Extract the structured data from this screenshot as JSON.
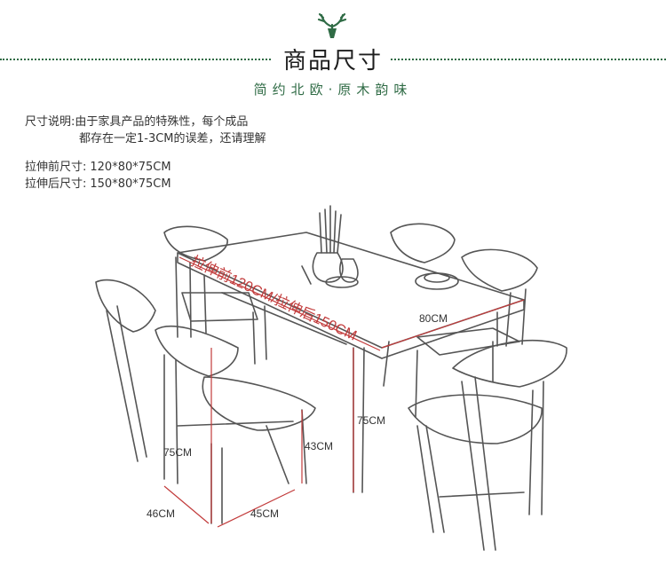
{
  "header": {
    "title": "商品尺寸",
    "subtitle": "简约北欧·原木韵味",
    "logo_icon": "deer-antler-icon",
    "accent_color": "#2f6b45"
  },
  "note": {
    "line1": "尺寸说明:由于家具产品的特殊性，每个成品",
    "line2": "都存在一定1-3CM的误差，还请理解"
  },
  "dimensions": {
    "before_label": "拉伸前尺寸:",
    "before_value": "120*80*75CM",
    "after_label": "拉伸后尺寸:",
    "after_value": "150*80*75CM"
  },
  "drawing": {
    "table_length": "拉伸前120CM/拉伸后150CM",
    "table_width": "80CM",
    "table_height": "75CM",
    "chair_height": "75CM",
    "seat_height": "43CM",
    "chair_depth": "46CM",
    "chair_width": "45CM",
    "annotation_color": "#c23b3b"
  }
}
